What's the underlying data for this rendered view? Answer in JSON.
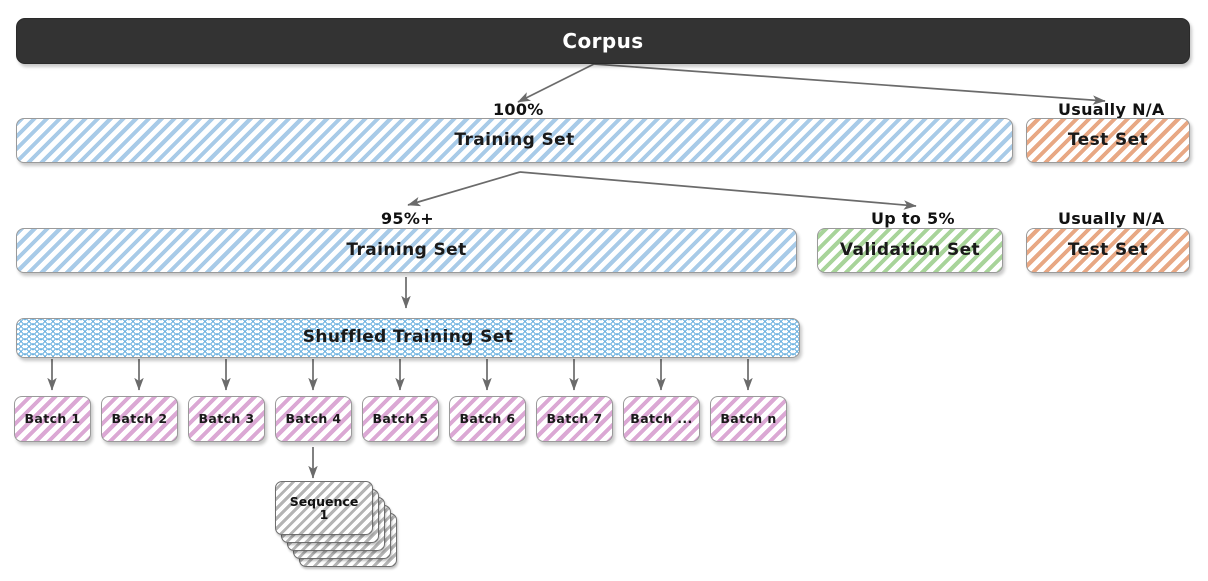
{
  "diagram": {
    "title_node": {
      "label": "Corpus"
    },
    "row1": {
      "training": {
        "label": "Training Set",
        "caption": "100%"
      },
      "test": {
        "label": "Test Set",
        "caption": "Usually N/A"
      }
    },
    "row2": {
      "training": {
        "label": "Training Set",
        "caption": "95%+"
      },
      "validation": {
        "label": "Validation Set",
        "caption": "Up to 5%"
      },
      "test": {
        "label": "Test Set",
        "caption": "Usually N/A"
      }
    },
    "shuffled": {
      "label": "Shuffled Training Set"
    },
    "batches": [
      {
        "label": "Batch 1"
      },
      {
        "label": "Batch 2"
      },
      {
        "label": "Batch 3"
      },
      {
        "label": "Batch 4"
      },
      {
        "label": "Batch 5"
      },
      {
        "label": "Batch 6"
      },
      {
        "label": "Batch 7"
      },
      {
        "label": "Batch ..."
      },
      {
        "label": "Batch n"
      }
    ],
    "sequence": {
      "label": "Sequence\n1",
      "card_count": 5
    },
    "colors": {
      "corpus_fill": "#333333",
      "corpus_text": "#ffffff",
      "training_hatch": "#a8cbe8",
      "test_hatch": "#e8a884",
      "validation_hatch": "#a8d49a",
      "batch_hatch": "#dba8d4",
      "sequence_hatch": "#b4b4b4",
      "shuffled_hatch": "#6fb3e0",
      "arrow": "#6b6b6b",
      "border": "#9a9a9a",
      "text": "#111111"
    }
  }
}
